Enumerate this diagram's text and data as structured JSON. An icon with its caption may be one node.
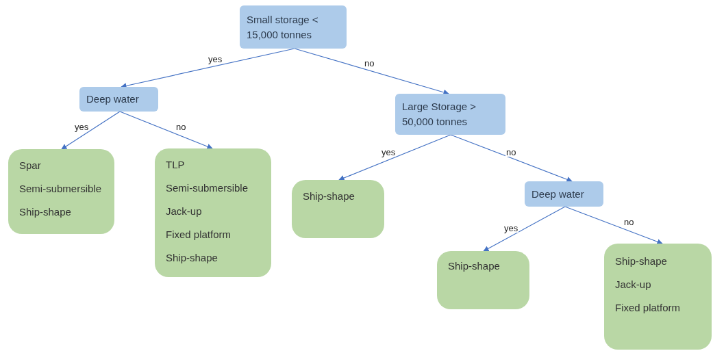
{
  "diagram": {
    "nodes": [
      {
        "text": [
          "Small storage < 15,000 tonnes"
        ]
      },
      {
        "text": [
          "Deep water"
        ]
      },
      {
        "text": [
          "Large Storage > 50,000 tonnes"
        ]
      },
      {
        "text": [
          "Spar",
          "Semi-submersible",
          "Ship-shape"
        ]
      },
      {
        "text": [
          "TLP",
          "Semi-submersible",
          "Jack-up",
          "Fixed platform",
          "Ship-shape"
        ]
      },
      {
        "text": [
          "Ship-shape"
        ]
      },
      {
        "text": [
          "Deep water"
        ]
      },
      {
        "text": [
          "Ship-shape"
        ]
      },
      {
        "text": [
          "Ship-shape",
          "Jack-up",
          "Fixed platform"
        ]
      }
    ],
    "edges": [
      {
        "from": 0,
        "to": 1,
        "arrow": "to",
        "label": "yes"
      },
      {
        "from": 0,
        "to": 2,
        "arrow": "to",
        "label": "no"
      },
      {
        "from": 1,
        "to": 3,
        "arrow": "to",
        "label": "yes"
      },
      {
        "from": 1,
        "to": 4,
        "arrow": "to",
        "label": "no"
      },
      {
        "from": 2,
        "to": 5,
        "arrow": "to",
        "label": "yes"
      },
      {
        "from": 2,
        "to": 6,
        "arrow": "to",
        "label": "no"
      },
      {
        "from": 6,
        "to": 7,
        "arrow": "to",
        "label": "yes"
      },
      {
        "from": 6,
        "to": 8,
        "arrow": "to",
        "label": "no"
      }
    ]
  }
}
